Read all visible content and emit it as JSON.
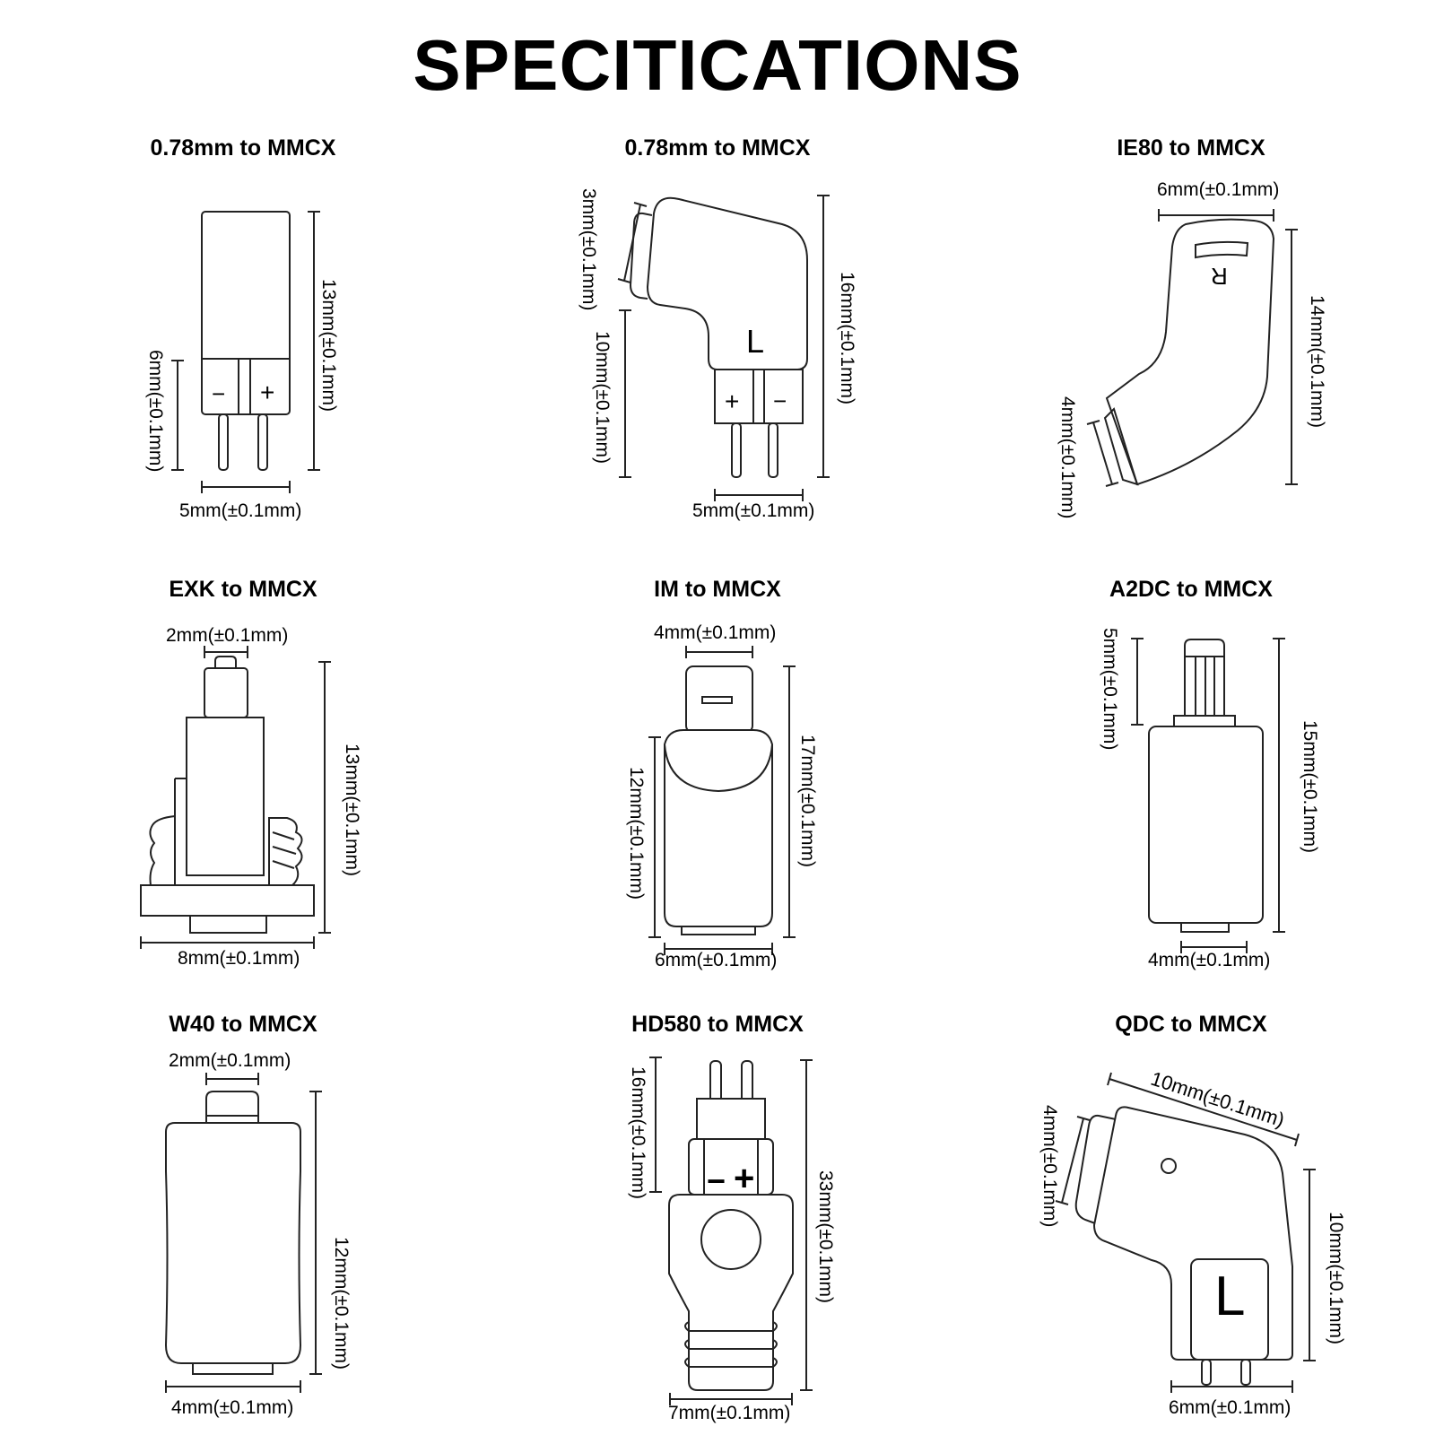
{
  "title": "SPECITICATIONS",
  "panels": [
    {
      "title": "0.78mm to MMCX",
      "dims": [
        "13mm(±0.1mm)",
        "6mm(±0.1mm)",
        "5mm(±0.1mm)"
      ],
      "polarity": [
        "−",
        "+"
      ]
    },
    {
      "title": "0.78mm to MMCX",
      "dims": [
        "3mm(±0.1mm)",
        "10mm(±0.1mm)",
        "16mm(±0.1mm)",
        "5mm(±0.1mm)"
      ],
      "side": "L",
      "polarity": [
        "+",
        "−"
      ]
    },
    {
      "title": "IE80 to MMCX",
      "dims": [
        "6mm(±0.1mm)",
        "14mm(±0.1mm)",
        "4mm(±0.1mm)"
      ],
      "side": "R"
    },
    {
      "title": "EXK to MMCX",
      "dims": [
        "2mm(±0.1mm)",
        "13mm(±0.1mm)",
        "8mm(±0.1mm)"
      ]
    },
    {
      "title": "IM to MMCX",
      "dims": [
        "4mm(±0.1mm)",
        "12mm(±0.1mm)",
        "17mm(±0.1mm)",
        "6mm(±0.1mm)"
      ]
    },
    {
      "title": "A2DC to MMCX",
      "dims": [
        "5mm(±0.1mm)",
        "15mm(±0.1mm)",
        "4mm(±0.1mm)"
      ]
    },
    {
      "title": "W40 to MMCX",
      "dims": [
        "2mm(±0.1mm)",
        "12mm(±0.1mm)",
        "4mm(±0.1mm)"
      ]
    },
    {
      "title": "HD580 to MMCX",
      "dims": [
        "16mm(±0.1mm)",
        "33mm(±0.1mm)",
        "7mm(±0.1mm)"
      ],
      "polarity": [
        "−",
        "+"
      ]
    },
    {
      "title": "QDC to MMCX",
      "dims": [
        "10mm(±0.1mm)",
        "4mm(±0.1mm)",
        "10mm(±0.1mm)",
        "6mm(±0.1mm)"
      ],
      "side": "L"
    }
  ]
}
